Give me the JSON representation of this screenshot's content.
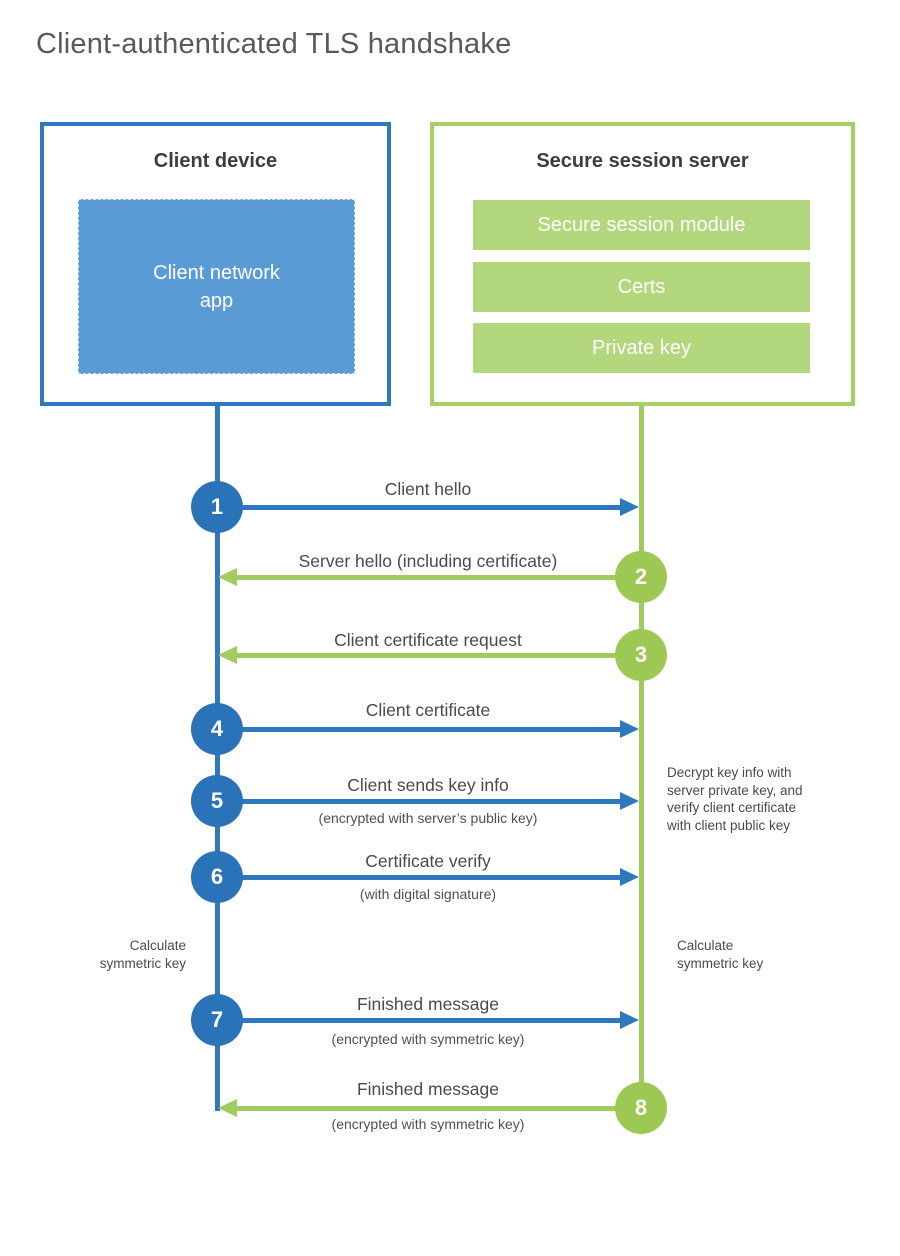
{
  "title": "Client-authenticated TLS handshake",
  "client_box": {
    "title": "Client device",
    "app_label": "Client network\napp"
  },
  "server_box": {
    "title": "Secure session server",
    "modules": [
      {
        "label": "Secure session module"
      },
      {
        "label": "Certs"
      },
      {
        "label": "Private key"
      }
    ]
  },
  "messages": [
    {
      "num": "1",
      "from": "client",
      "to": "server",
      "label": "Client hello",
      "sub": ""
    },
    {
      "num": "2",
      "from": "server",
      "to": "client",
      "label": "Server hello (including certificate)",
      "sub": ""
    },
    {
      "num": "3",
      "from": "server",
      "to": "client",
      "label": "Client certificate request",
      "sub": ""
    },
    {
      "num": "4",
      "from": "client",
      "to": "server",
      "label": "Client certificate",
      "sub": ""
    },
    {
      "num": "5",
      "from": "client",
      "to": "server",
      "label": "Client sends key info",
      "sub": "(encrypted with server’s public key)"
    },
    {
      "num": "6",
      "from": "client",
      "to": "server",
      "label": "Certificate verify",
      "sub": "(with digital signature)"
    },
    {
      "num": "7",
      "from": "client",
      "to": "server",
      "label": "Finished message",
      "sub": "(encrypted with symmetric key)"
    },
    {
      "num": "8",
      "from": "server",
      "to": "client",
      "label": "Finished message",
      "sub": "(encrypted with symmetric key)"
    }
  ],
  "notes": {
    "decrypt": "Decrypt key info with\nserver private key, and\nverify client certificate\nwith client public key",
    "calc_left": "Calculate\nsymmetric key",
    "calc_right": "Calculate\nsymmetric key"
  },
  "colors": {
    "client_blue": "#2e78bd",
    "client_app_fill": "#5b9bd5",
    "server_green": "#a0cb5e",
    "server_bar_fill": "#b3d77c",
    "text_dark": "#4a4a4a"
  }
}
